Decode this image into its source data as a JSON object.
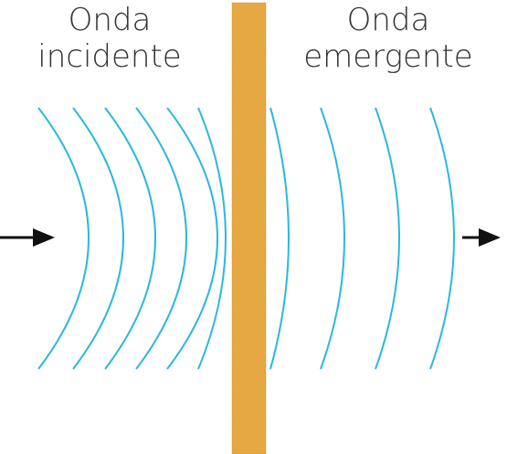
{
  "labels": {
    "incident": {
      "line1": "Onda",
      "line2": "incidente"
    },
    "emergent": {
      "line1": "Onda",
      "line2": "emergente"
    }
  },
  "colors": {
    "wave": "#2bb8dd",
    "barrier": "#e9a43a",
    "barrier_dark": "#c98420",
    "arrow": "#111111",
    "text": "#333333"
  },
  "icons": {
    "incoming_arrow": "arrow-right-icon",
    "outgoing_arrow": "arrow-right-icon"
  }
}
